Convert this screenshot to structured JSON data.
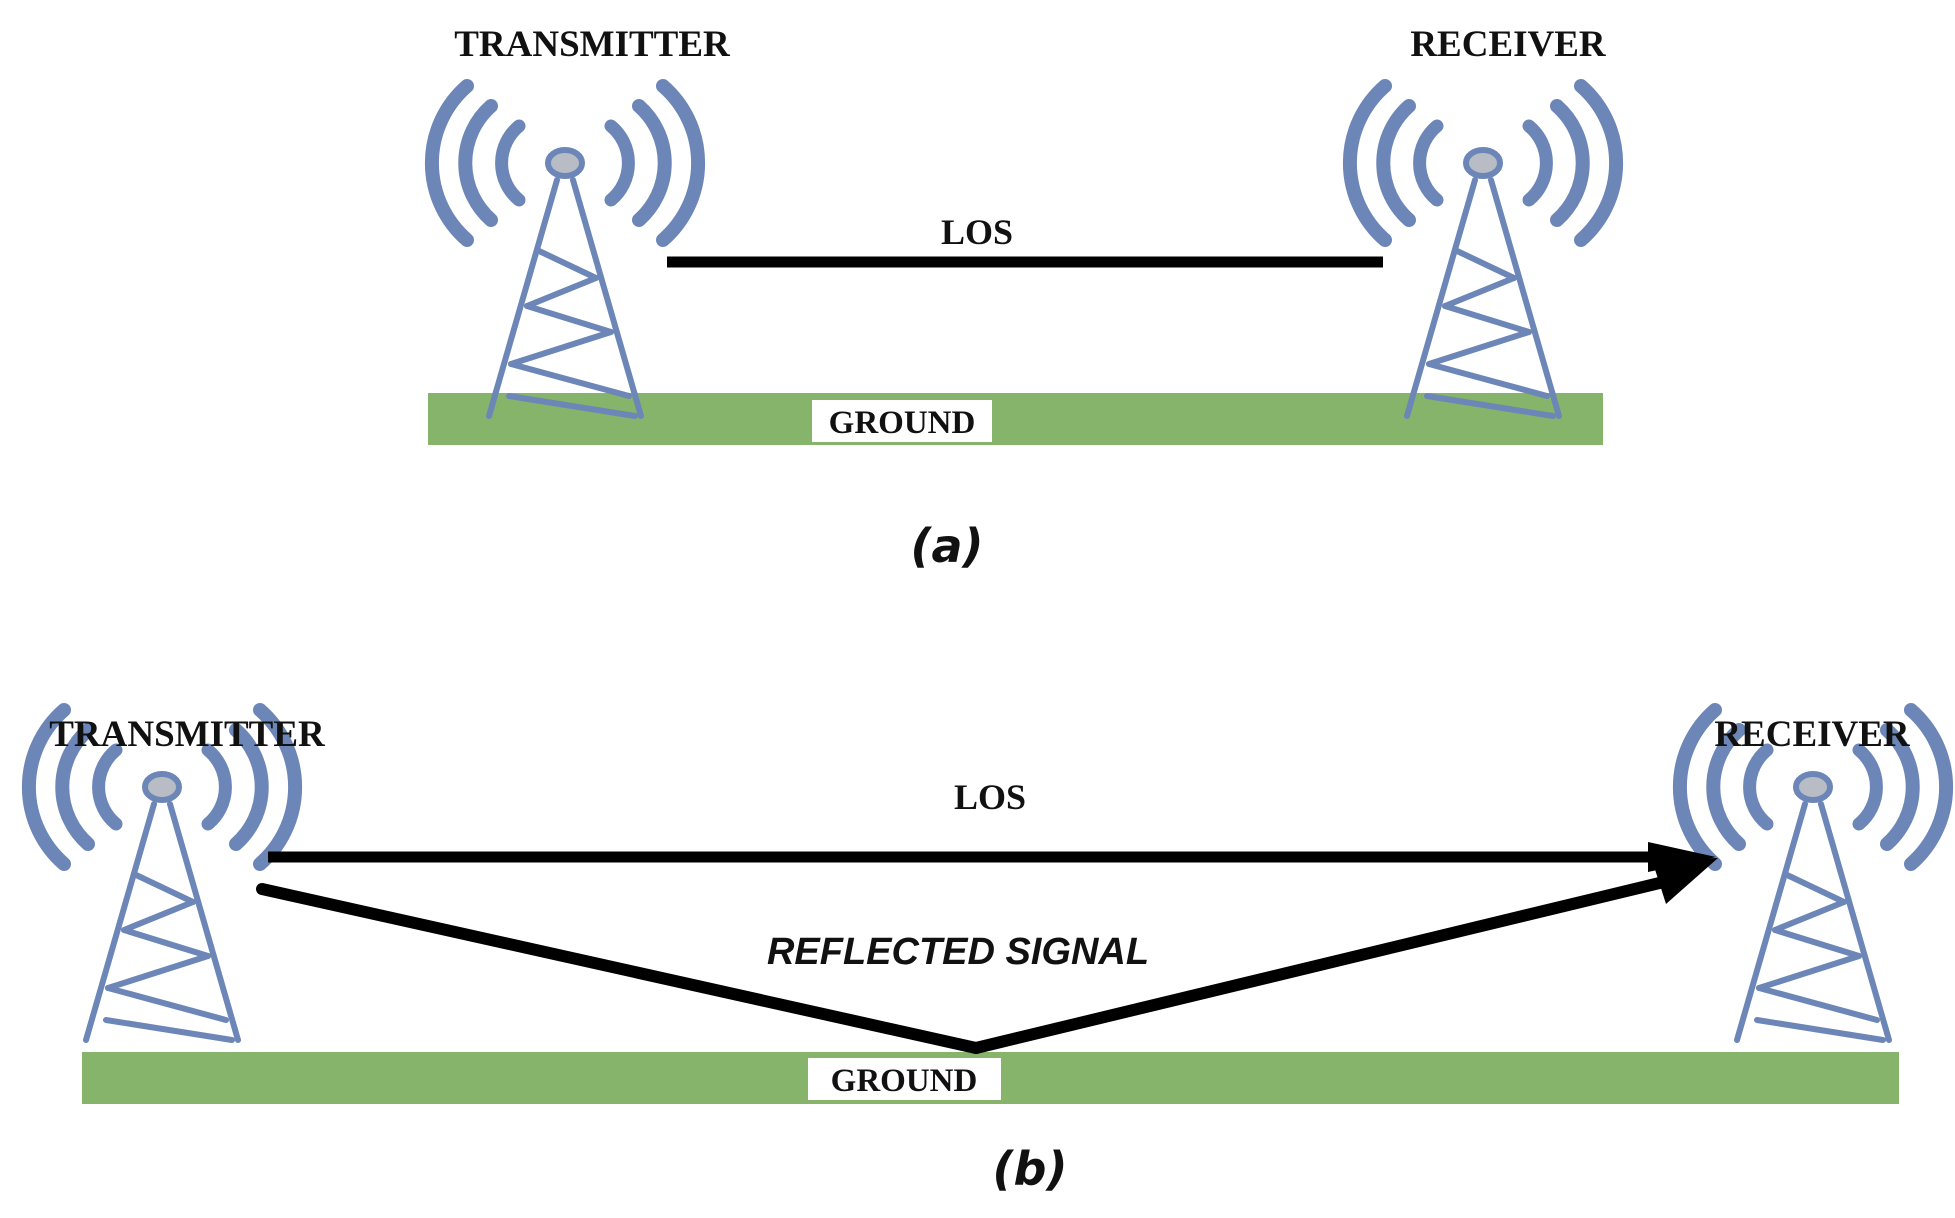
{
  "colors": {
    "tower": "#6d86b8",
    "tower_node": "#b8bcc4",
    "ground": "#85b46a",
    "signal": "#000000",
    "label_bg": "#ffffff"
  },
  "icons": {
    "tower": "radio-tower-icon"
  },
  "panel_a": {
    "transmitter_label": "TRANSMITTER",
    "receiver_label": "RECEIVER",
    "los_label": "LOS",
    "ground_label": "GROUND",
    "caption": "(a)"
  },
  "panel_b": {
    "transmitter_label": "TRANSMITTER",
    "receiver_label": "RECEIVER",
    "los_label": "LOS",
    "reflected_label": "REFLECTED SIGNAL",
    "ground_label": "GROUND",
    "caption": "(b)"
  }
}
